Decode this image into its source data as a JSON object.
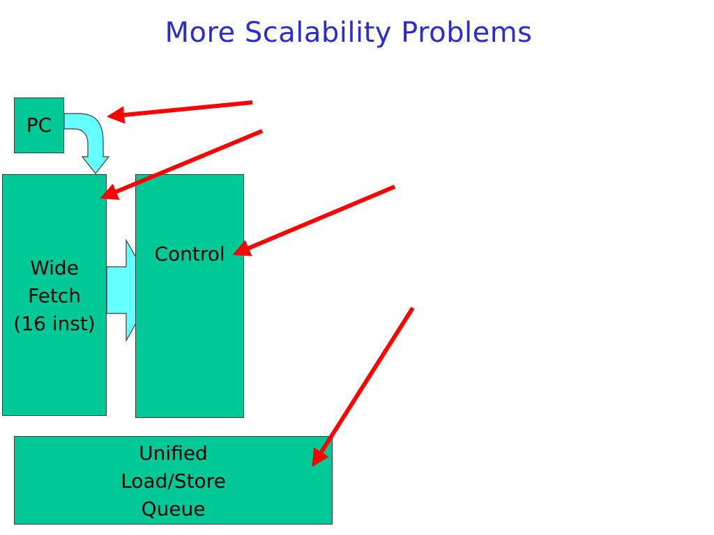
{
  "slide": {
    "title": "More Scalability Problems"
  },
  "blocks": {
    "pc": {
      "label": "PC"
    },
    "wide_fetch": {
      "lines": [
        "Wide",
        "Fetch",
        "(16 inst)"
      ]
    },
    "control": {
      "label": "Control"
    },
    "lsq": {
      "lines": [
        "Unified",
        "Load/Store",
        "Queue"
      ]
    }
  },
  "colors": {
    "title": "#2b2bd6",
    "block_fill": "#00c896",
    "flow_arrow_fill": "#66ffff",
    "pointer_arrow": "#ff0000"
  }
}
